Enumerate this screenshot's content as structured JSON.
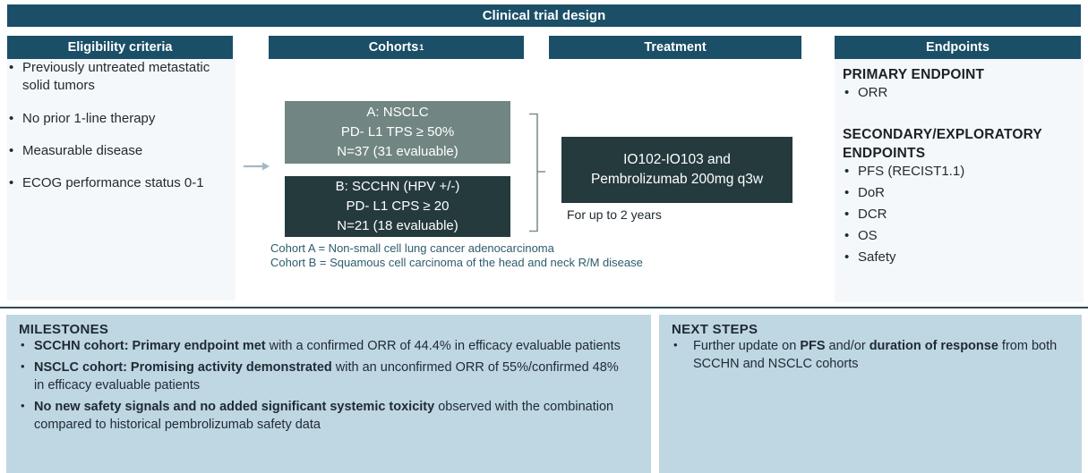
{
  "title_bar": {
    "label": "Clinical trial design"
  },
  "colors": {
    "header_teal": "#1b4f68",
    "cohort_a_bg": "#718682",
    "dark_slate_bg": "#253a3d",
    "panel_bg": "#f5f8fa",
    "bottom_box_bg": "#bfd6e3",
    "footnote_teal": "#2d5c6e",
    "divider": "#2e4b57",
    "arrow": "#a4b8c4",
    "bracket": "#7e8f8f"
  },
  "columns": {
    "eligibility": {
      "header": "Eligibility criteria",
      "bullets": [
        "Previously untreated metastatic solid tumors",
        "No prior 1-line therapy",
        "Measurable disease",
        "ECOG performance status 0-1"
      ]
    },
    "cohorts": {
      "header": "Cohorts",
      "header_sup": "1",
      "cohort_a": {
        "lines": [
          "A: NSCLC",
          "PD- L1 TPS ≥ 50%",
          "N=37 (31 evaluable)"
        ]
      },
      "cohort_b": {
        "lines": [
          "B: SCCHN (HPV +/-)",
          "PD- L1 CPS ≥ 20",
          "N=21 (18 evaluable)"
        ]
      },
      "footnotes": [
        "Cohort A = Non-small cell lung cancer adenocarcinoma",
        "Cohort B = Squamous cell carcinoma of the head and neck R/M disease"
      ]
    },
    "treatment": {
      "header": "Treatment",
      "box_lines": [
        "IO102-IO103 and",
        "Pembrolizumab 200mg q3w"
      ],
      "duration_note": "For up to 2 years"
    },
    "endpoints": {
      "header": "Endpoints",
      "primary_title": "PRIMARY ENDPOINT",
      "primary_bullets": [
        "ORR"
      ],
      "secondary_title": "SECONDARY/EXPLORATORY ENDPOINTS",
      "secondary_bullets": [
        "PFS (RECIST1.1)",
        "DoR",
        "DCR",
        "OS",
        "Safety"
      ]
    }
  },
  "milestones": {
    "title": "MILESTONES",
    "bullets": [
      [
        {
          "t": "SCCHN cohort: Primary endpoint met",
          "b": true
        },
        {
          "t": " with a confirmed ORR of 44.4% in efficacy evaluable patients",
          "b": false
        }
      ],
      [
        {
          "t": "NSCLC cohort: Promising activity demonstrated",
          "b": true
        },
        {
          "t": " with an unconfirmed ORR of 55%/confirmed 48% in efficacy evaluable patients",
          "b": false
        }
      ],
      [
        {
          "t": "No new safety signals and no added significant systemic toxicity",
          "b": true
        },
        {
          "t": " observed with the combination compared to historical pembrolizumab safety data",
          "b": false
        }
      ]
    ]
  },
  "next_steps": {
    "title": "NEXT STEPS",
    "bullets": [
      [
        {
          "t": "Further update on ",
          "b": false
        },
        {
          "t": "PFS",
          "b": true
        },
        {
          "t": " and/or ",
          "b": false
        },
        {
          "t": "duration of response",
          "b": true
        },
        {
          "t": " from both SCCHN and NSCLC cohorts",
          "b": false
        }
      ]
    ]
  }
}
